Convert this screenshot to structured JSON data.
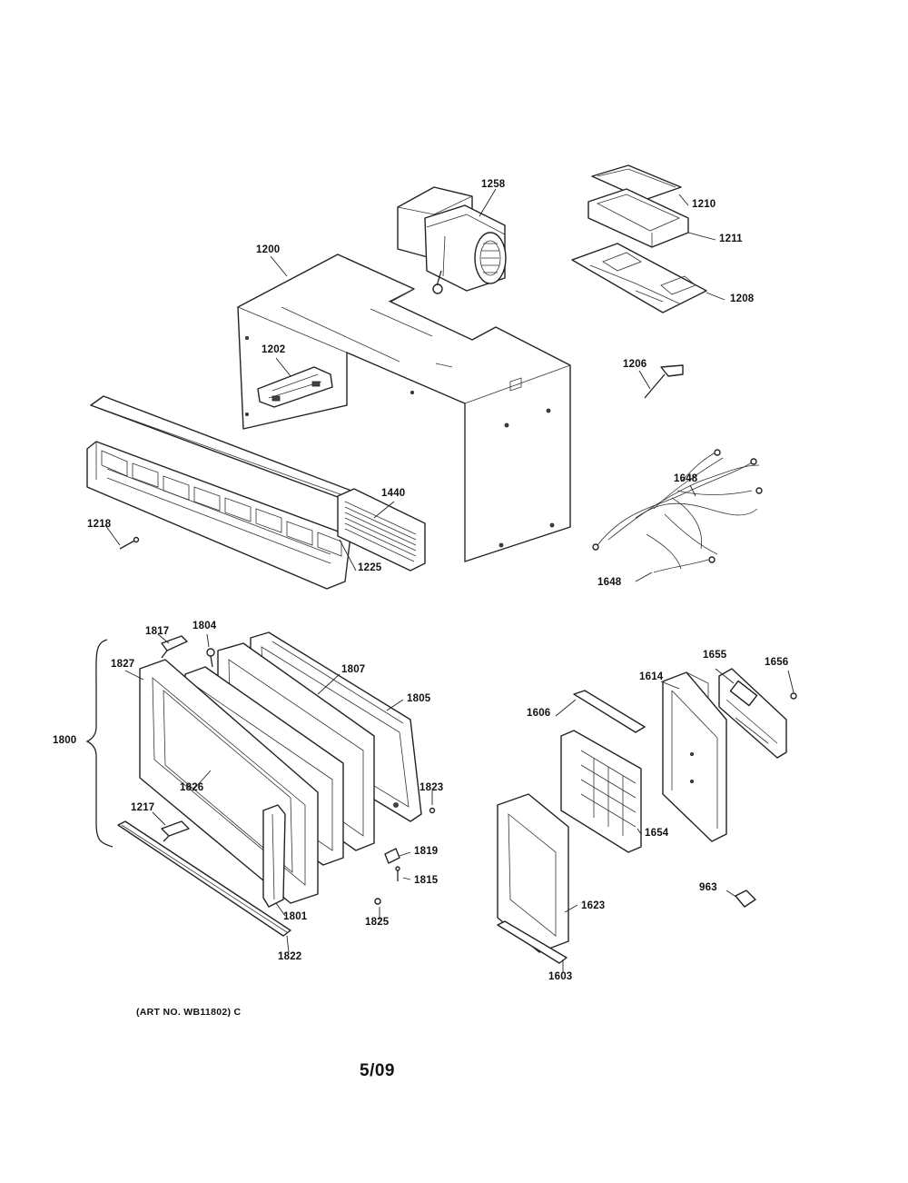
{
  "diagram": {
    "parts": [
      {
        "id": "p1258",
        "label": "1258"
      },
      {
        "id": "p1210",
        "label": "1210"
      },
      {
        "id": "p1211",
        "label": "1211"
      },
      {
        "id": "p1208",
        "label": "1208"
      },
      {
        "id": "p1200",
        "label": "1200"
      },
      {
        "id": "p1202",
        "label": "1202"
      },
      {
        "id": "p1206",
        "label": "1206"
      },
      {
        "id": "p1648a",
        "label": "1648"
      },
      {
        "id": "p1648b",
        "label": "1648"
      },
      {
        "id": "p1440",
        "label": "1440"
      },
      {
        "id": "p1218",
        "label": "1218"
      },
      {
        "id": "p1225",
        "label": "1225"
      },
      {
        "id": "p1817",
        "label": "1817"
      },
      {
        "id": "p1804",
        "label": "1804"
      },
      {
        "id": "p1827",
        "label": "1827"
      },
      {
        "id": "p1807",
        "label": "1807"
      },
      {
        "id": "p1805",
        "label": "1805"
      },
      {
        "id": "p1800",
        "label": "1800"
      },
      {
        "id": "p1826",
        "label": "1826"
      },
      {
        "id": "p1823",
        "label": "1823"
      },
      {
        "id": "p1217",
        "label": "1217"
      },
      {
        "id": "p1819",
        "label": "1819"
      },
      {
        "id": "p1815",
        "label": "1815"
      },
      {
        "id": "p1801",
        "label": "1801"
      },
      {
        "id": "p1825",
        "label": "1825"
      },
      {
        "id": "p1822",
        "label": "1822"
      },
      {
        "id": "p1655",
        "label": "1655"
      },
      {
        "id": "p1656",
        "label": "1656"
      },
      {
        "id": "p1614",
        "label": "1614"
      },
      {
        "id": "p1606",
        "label": "1606"
      },
      {
        "id": "p1654",
        "label": "1654"
      },
      {
        "id": "p1623",
        "label": "1623"
      },
      {
        "id": "p1603",
        "label": "1603"
      },
      {
        "id": "p963",
        "label": "963"
      }
    ],
    "art_number": "(ART NO. WB11802) C",
    "page_code": "5/09"
  }
}
